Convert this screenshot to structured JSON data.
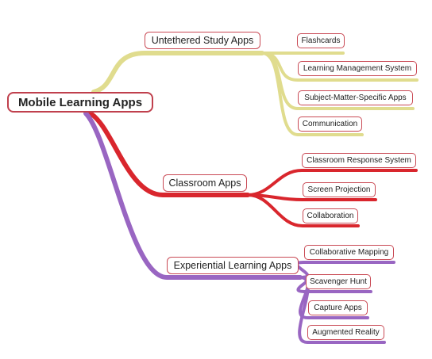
{
  "diagram": {
    "root": {
      "label": "Mobile Learning Apps"
    },
    "branches": [
      {
        "label": "Untethered Study Apps",
        "color": "#e0dc8e",
        "children": [
          "Flashcards",
          "Learning Management System",
          "Subject-Matter-Specific Apps",
          "Communication"
        ]
      },
      {
        "label": "Classroom Apps",
        "color": "#d9262d",
        "children": [
          "Classroom Response System",
          "Screen Projection",
          "Collaboration"
        ]
      },
      {
        "label": "Experiential Learning Apps",
        "color": "#9966c2",
        "children": [
          "Collaborative Mapping",
          "Scavenger Hunt",
          "Capture Apps",
          "Augmented Reality"
        ]
      }
    ]
  }
}
